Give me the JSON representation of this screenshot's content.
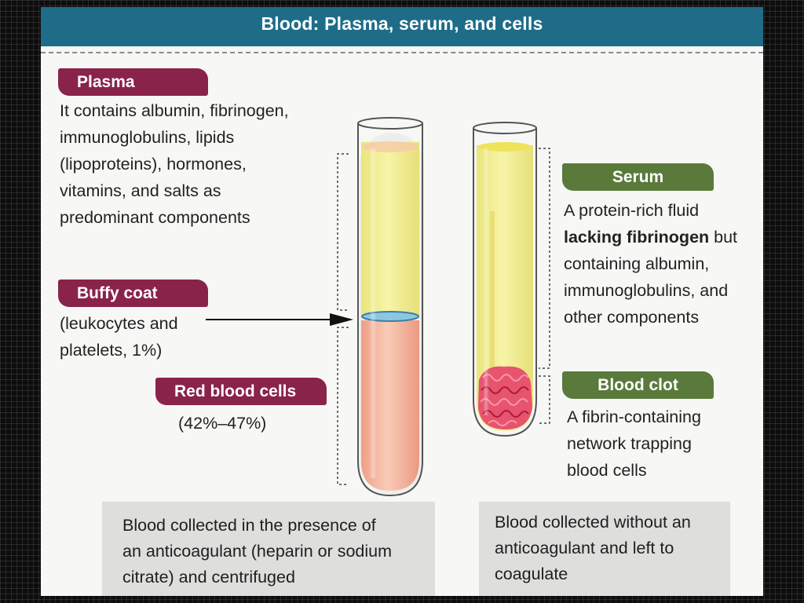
{
  "header": {
    "title": "Blood: Plasma, serum, and cells"
  },
  "plasma": {
    "label": "Plasma",
    "lines": [
      "It contains albumin, fibrinogen,",
      "immunoglobulins, lipids",
      "(lipoproteins), hormones,",
      "vitamins, and salts as",
      "predominant components"
    ]
  },
  "buffy_coat": {
    "label": "Buffy coat",
    "lines": [
      "(leukocytes and",
      "platelets, 1%)"
    ]
  },
  "red_cells": {
    "label": "Red blood cells",
    "percent": "(42%–47%)"
  },
  "serum": {
    "label": "Serum",
    "line1": "A protein-rich fluid",
    "bold": "lacking fibrinogen",
    "line2_rest": " but",
    "lines_rest": [
      "containing albumin,",
      "immunoglobulins, and",
      "other components"
    ]
  },
  "blood_clot": {
    "label": "Blood clot",
    "lines": [
      "A fibrin-containing",
      "network trapping",
      "blood cells"
    ]
  },
  "captions": {
    "left": [
      "Blood collected in the presence of",
      "an anticoagulant (heparin or sodium",
      "citrate) and centrifuged"
    ],
    "right": [
      "Blood collected without an",
      "anticoagulant and left to",
      "coagulate"
    ]
  },
  "colors": {
    "header": "#1f6c88",
    "label_red": "#8a2349",
    "label_green": "#5a7a3c",
    "plasma_yellow": "#f2ef95",
    "rbc_pink": "#f4b9a4",
    "clot_red": "#d84460"
  }
}
